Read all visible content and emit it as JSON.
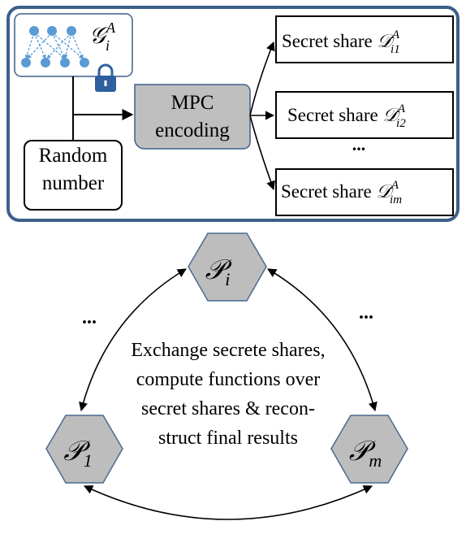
{
  "top_panel": {
    "model": {
      "name": "𝒢",
      "sub": "i",
      "sup": "A"
    },
    "random_number": {
      "line1": "Random",
      "line2": "number"
    },
    "mpc": {
      "line1": "MPC",
      "line2": "encoding"
    },
    "shares": [
      {
        "prefix": "Secret share ",
        "name": "𝒟",
        "sub": "i1",
        "sup": "A"
      },
      {
        "prefix": "Secret share ",
        "name": "𝒟",
        "sub": "i2",
        "sup": "A"
      },
      {
        "prefix": "Secret share ",
        "name": "𝒟",
        "sub": "im",
        "sup": "A"
      }
    ],
    "ellipsis": "..."
  },
  "parties": {
    "pi": {
      "name": "𝒫",
      "sub": "i"
    },
    "p1": {
      "name": "𝒫",
      "sub": "1"
    },
    "pm": {
      "name": "𝒫",
      "sub": "m"
    }
  },
  "ellipsis_left": "...",
  "ellipsis_right": "...",
  "center_text": [
    "Exchange secrete shares,",
    "compute functions over",
    "secret shares  & recon-",
    "struct final results"
  ],
  "colors": {
    "panel_border": "#3d5f8a",
    "node_blue": "#5b9bd5",
    "mpc_fill": "#bfbfbf",
    "hex_fill": "#bdbdbd",
    "hex_stroke": "#4a6a90",
    "lock": "#2e5f9e"
  }
}
